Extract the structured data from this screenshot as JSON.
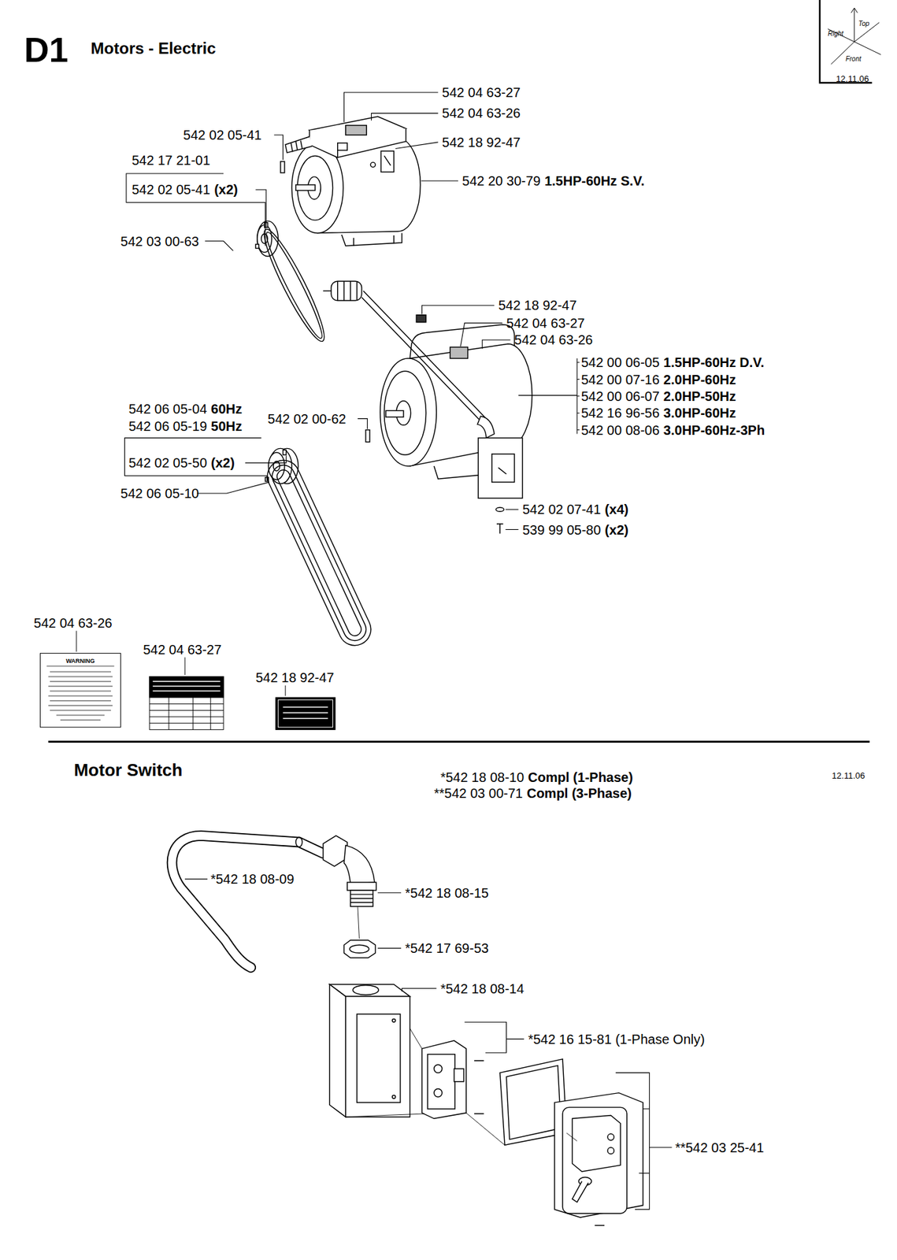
{
  "diagram": {
    "title": "Motors - Electric",
    "labels": [
      "D1",
      "Top",
      "Right",
      "Front",
      "12.11.06",
      "542 04 63-27",
      "542 04 63-26",
      "542 02 05-41",
      "542 18 92-47",
      "542 17 21-01",
      "542 02 05-41",
      "(x2)",
      "542 20 30-79",
      "1.5HP-60Hz S.V.",
      "542 03 00-63",
      "542 18 92-47",
      "542 04 63-27",
      "542 04 63-26",
      "542 00 06-05",
      "1.5HP-60Hz D.V.",
      "542 00 07-16",
      "2.0HP-60Hz",
      "542 00 06-07",
      "2.0HP-50Hz",
      "542 16 96-56",
      "3.0HP-60Hz",
      "542 00 08-06",
      "3.0HP-60Hz-3Ph",
      "542 06 05-04",
      "60Hz",
      "542 06 05-19",
      "50Hz",
      "542 02 00-62",
      "542 02 05-50",
      "(x2)",
      "542 06 05-10",
      "542 02 07-41",
      "(x4)",
      "539 99 05-80",
      "(x2)",
      "542 04 63-26",
      "542 04 63-27",
      "542 18 92-47",
      "WARNING",
      "Motor Switch",
      "12.11.06",
      "*542 18 08-10",
      "Compl (1-Phase)",
      "**542 03 00-71",
      "Compl (3-Phase)",
      "*542 18 08-09",
      "*542 18 08-15",
      "*542 17 69-53",
      "*542 18 08-14",
      "*542 16 15-81 (1-Phase Only)",
      "**542 03 25-41"
    ]
  }
}
